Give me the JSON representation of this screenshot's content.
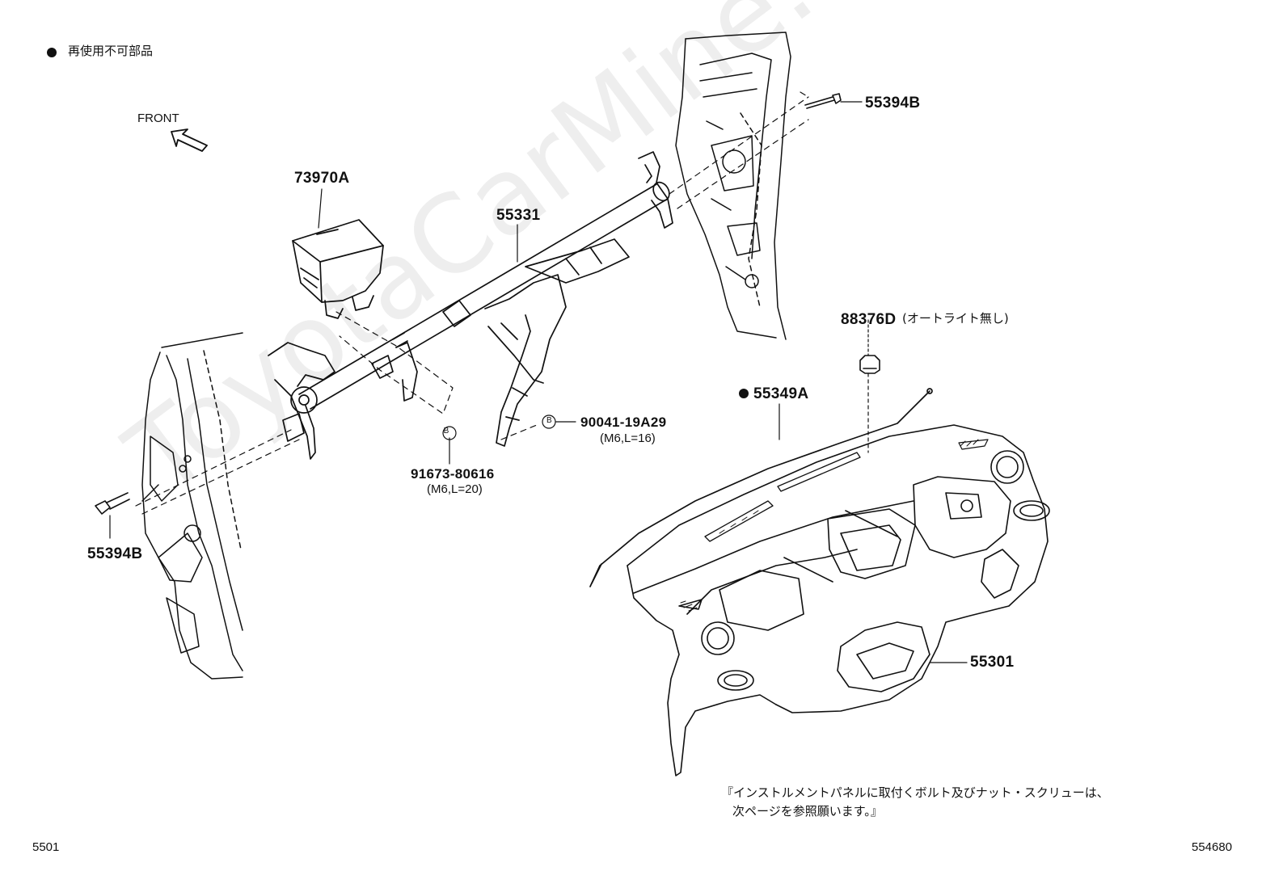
{
  "legend": {
    "text": "再使用不可部品"
  },
  "front": {
    "text": "FRONT",
    "icon": "front-arrow-icon"
  },
  "parts": {
    "p73970a": "73970A",
    "p55331": "55331",
    "p55394b_top": "55394B",
    "p55394b_bottom": "55394B",
    "p88376d": "88376D",
    "p88376d_note": "(オートライト無し)",
    "p55349a": "55349A",
    "p55301": "55301",
    "p91673": "91673-80616",
    "p91673_spec": "(M6,L=20)",
    "p90041": "90041-19A29",
    "p90041_spec": "(M6,L=16)",
    "marker_b": "B"
  },
  "note": {
    "line1": "『インストルメントパネルに取付くボルト及びナット・スクリューは、",
    "line2": "次ページを参照願います。』"
  },
  "footer": {
    "left": "5501",
    "right": "554680"
  },
  "watermark": "ToyotaCarMine.ru"
}
